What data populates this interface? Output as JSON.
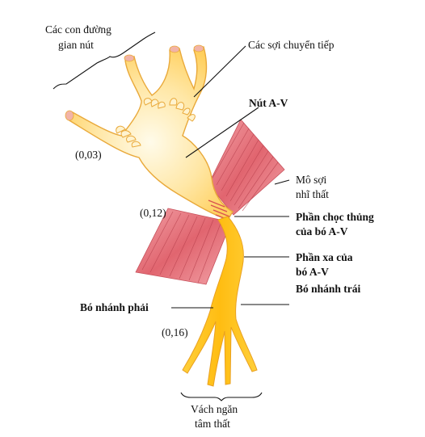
{
  "labels": {
    "internodal_line1": "Các con đường",
    "internodal_line2": "gian nút",
    "transitional_fibers": "Các sợi chuyển tiếp",
    "av_node": "Nút A-V",
    "tissue_line1": "Mô sợi",
    "tissue_line2": "nhĩ thất",
    "penetrating_line1": "Phần chọc thủng",
    "penetrating_line2": "của bó A-V",
    "distal_line1": "Phần xa của",
    "distal_line2": "bó A-V",
    "left_bundle": "Bó nhánh trái",
    "right_bundle": "Bó nhánh phải",
    "septum_line1": "Vách ngăn",
    "septum_line2": "tâm thất"
  },
  "timings": {
    "t1": "(0,03)",
    "t2": "(0,12)",
    "t3": "(0,16)"
  },
  "colors": {
    "node_fill_light": "#fff6dc",
    "node_fill": "#ffd977",
    "node_stroke": "#e9a93a",
    "bundle_fill": "#ffc21a",
    "muscle_fill": "#e5707a",
    "muscle_stripe": "#c24a58"
  }
}
